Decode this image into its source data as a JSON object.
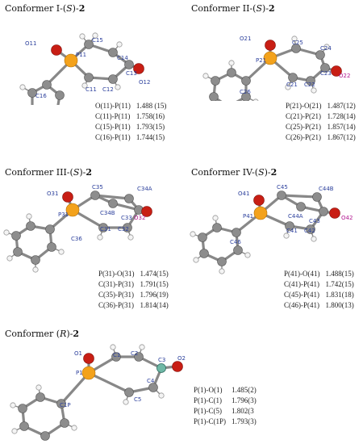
{
  "colors": {
    "carbon": "#8d8d8d",
    "hydrogen": "#f4f4f4",
    "oxygen": "#c81e14",
    "phosphorus": "#f3a21c",
    "label": "#2b3f9c",
    "label_alt": "#b2168f"
  },
  "panels": [
    {
      "title": {
        "prefix": "Conformer I-(",
        "stereo": "S",
        "suffix": ")-",
        "compound": "2"
      },
      "atom_labels": [
        {
          "text": "O11",
          "color": "label"
        },
        {
          "text": "P11",
          "color": "label"
        },
        {
          "text": "C15",
          "color": "label"
        },
        {
          "text": "C14",
          "color": "label"
        },
        {
          "text": "C13",
          "color": "label"
        },
        {
          "text": "O12",
          "color": "label"
        },
        {
          "text": "C16",
          "color": "label"
        },
        {
          "text": "C11",
          "color": "label"
        },
        {
          "text": "C12",
          "color": "label"
        }
      ],
      "bonds": [
        {
          "bond": "O(11)-P(11)",
          "length": "1.488 (15)"
        },
        {
          "bond": "C(11)-P(11)",
          "length": "1.758(16)"
        },
        {
          "bond": "C(15)-P(11)",
          "length": "1.793(15)"
        },
        {
          "bond": "C(16)-P(11)",
          "length": "1.744(15)"
        }
      ]
    },
    {
      "title": {
        "prefix": "Conformer II-(",
        "stereo": "S",
        "suffix": ")-",
        "compound": "2"
      },
      "atom_labels": [
        {
          "text": "O21",
          "color": "label"
        },
        {
          "text": "C25",
          "color": "label"
        },
        {
          "text": "P21",
          "color": "label"
        },
        {
          "text": "C24",
          "color": "label"
        },
        {
          "text": "C26",
          "color": "label"
        },
        {
          "text": "C21",
          "color": "label"
        },
        {
          "text": "C22",
          "color": "label"
        },
        {
          "text": "C23",
          "color": "label"
        },
        {
          "text": "O22",
          "color": "label_alt"
        }
      ],
      "bonds": [
        {
          "bond": "P(21)-O(21)",
          "length": "1.487(12)"
        },
        {
          "bond": "C(21)-P(21)",
          "length": "1.728(14)"
        },
        {
          "bond": "C(25)-P(21)",
          "length": "1.857(14)"
        },
        {
          "bond": "C(26)-P(21)",
          "length": "1.867(12)"
        }
      ]
    },
    {
      "title": {
        "prefix": "Conformer III-(",
        "stereo": "S",
        "suffix": ")-",
        "compound": "2"
      },
      "atom_labels": [
        {
          "text": "O31",
          "color": "label"
        },
        {
          "text": "C35",
          "color": "label"
        },
        {
          "text": "C34A",
          "color": "label"
        },
        {
          "text": "P31",
          "color": "label"
        },
        {
          "text": "C34B",
          "color": "label"
        },
        {
          "text": "C33",
          "color": "label"
        },
        {
          "text": "O32",
          "color": "label_alt"
        },
        {
          "text": "C36",
          "color": "label"
        },
        {
          "text": "C31",
          "color": "label"
        },
        {
          "text": "C32",
          "color": "label"
        }
      ],
      "bonds": [
        {
          "bond": "P(31)-O(31)",
          "length": "1.474(15)"
        },
        {
          "bond": "C(31)-P(31)",
          "length": "1.791(15)"
        },
        {
          "bond": "C(35)-P(31)",
          "length": "1.796(19)"
        },
        {
          "bond": "C(36)-P(31)",
          "length": "1.814(14)"
        }
      ]
    },
    {
      "title": {
        "prefix": "Conformer IV-(",
        "stereo": "S",
        "suffix": ")-",
        "compound": "2"
      },
      "atom_labels": [
        {
          "text": "O41",
          "color": "label"
        },
        {
          "text": "C45",
          "color": "label"
        },
        {
          "text": "C44B",
          "color": "label"
        },
        {
          "text": "P41",
          "color": "label"
        },
        {
          "text": "C44A",
          "color": "label"
        },
        {
          "text": "C43",
          "color": "label"
        },
        {
          "text": "O42",
          "color": "label_alt"
        },
        {
          "text": "C46",
          "color": "label"
        },
        {
          "text": "C41",
          "color": "label"
        },
        {
          "text": "C42",
          "color": "label"
        }
      ],
      "bonds": [
        {
          "bond": "P(41)-O(41)",
          "length": "1.488(15)"
        },
        {
          "bond": "C(41)-P(41)",
          "length": "1.742(15)"
        },
        {
          "bond": "C(45)-P(41)",
          "length": "1.831(18)"
        },
        {
          "bond": "C(46)-P(41)",
          "length": "1.800(13)"
        }
      ]
    },
    {
      "title": {
        "prefix": "Conformer (",
        "stereo": "R",
        "suffix": ")-",
        "compound": "2"
      },
      "atom_labels": [
        {
          "text": "O1",
          "color": "label"
        },
        {
          "text": "C1",
          "color": "label"
        },
        {
          "text": "C2",
          "color": "label"
        },
        {
          "text": "C3",
          "color": "label"
        },
        {
          "text": "O2",
          "color": "label"
        },
        {
          "text": "P1",
          "color": "label"
        },
        {
          "text": "C4",
          "color": "label"
        },
        {
          "text": "C5",
          "color": "label"
        },
        {
          "text": "C1P",
          "color": "label"
        }
      ],
      "bonds": [
        {
          "bond": "P(1)-O(1)",
          "length": "1.485(2)"
        },
        {
          "bond": "P(1)-C(1)",
          "length": "1.796(3)"
        },
        {
          "bond": "P(1)-C(5)",
          "length": "1.802(3"
        },
        {
          "bond": "P(1)-C(1P)",
          "length": "1.793(3)"
        }
      ]
    }
  ]
}
